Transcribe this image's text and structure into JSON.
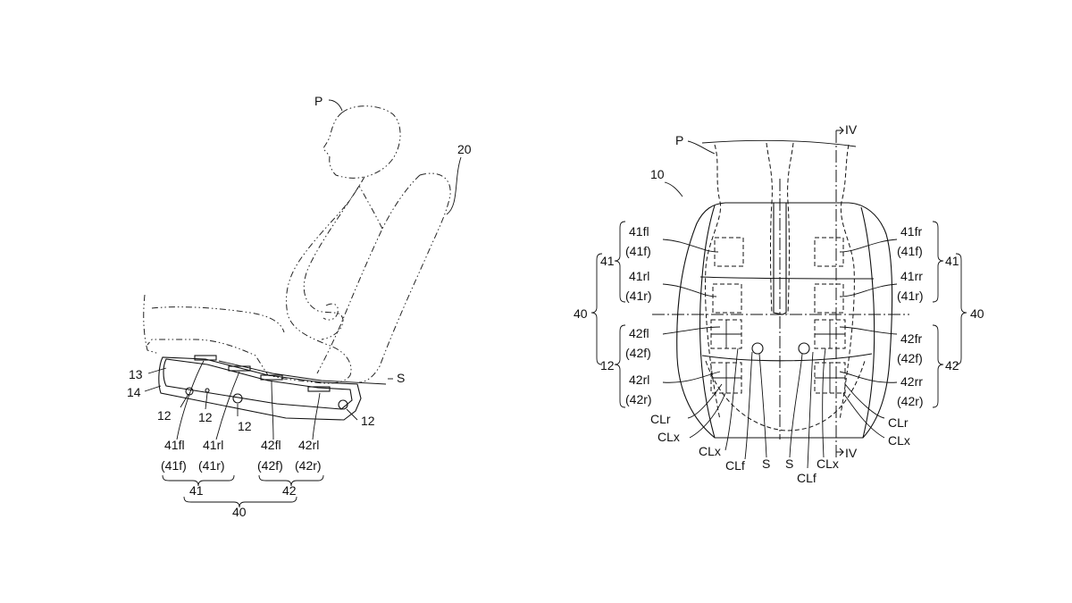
{
  "left_figure": {
    "labels": {
      "occupant": "P",
      "seat_back": "20",
      "cushion_pad": "13",
      "cushion_frame": "14",
      "sensor": "S",
      "hole_a": "12",
      "hole_b": "12",
      "hole_c": "12",
      "hole_d": "12",
      "h41fl": "41fl",
      "h41fl_sub": "(41f)",
      "h41rl": "41rl",
      "h41rl_sub": "(41r)",
      "h42fl": "42fl",
      "h42fl_sub": "(42f)",
      "h42rl": "42rl",
      "h42rl_sub": "(42r)",
      "group41": "41",
      "group42": "42",
      "group40": "40"
    }
  },
  "right_figure": {
    "labels": {
      "occupant": "P",
      "seat": "10",
      "section_top": "IV",
      "section_bottom": "IV",
      "h41fl": "41fl",
      "h41fl_sub": "(41f)",
      "h41rl": "41rl",
      "h41rl_sub": "(41r)",
      "h42fl": "42fl",
      "h42fl_sub": "(42f)",
      "h42rl": "42rl",
      "h42rl_sub": "(42r)",
      "h41fr": "41fr",
      "h41fr_sub": "(41f)",
      "h41rr": "41rr",
      "h41rr_sub": "(41r)",
      "h42fr": "42fr",
      "h42fr_sub": "(42f)",
      "h42rr": "42rr",
      "h42rr_sub": "(42r)",
      "g41_left": "41",
      "g41_right": "41",
      "g42_left": "12",
      "g42_right": "42",
      "g40_left": "40",
      "g40_right": "40",
      "clr_left": "CLr",
      "clx_left": "CLx",
      "clx_mid_left": "CLx",
      "clf_left": "CLf",
      "s_left": "S",
      "s_right": "S",
      "clf_right": "CLf",
      "clx_mid_right": "CLx",
      "clr_right": "CLr",
      "clx_right": "CLx"
    }
  }
}
